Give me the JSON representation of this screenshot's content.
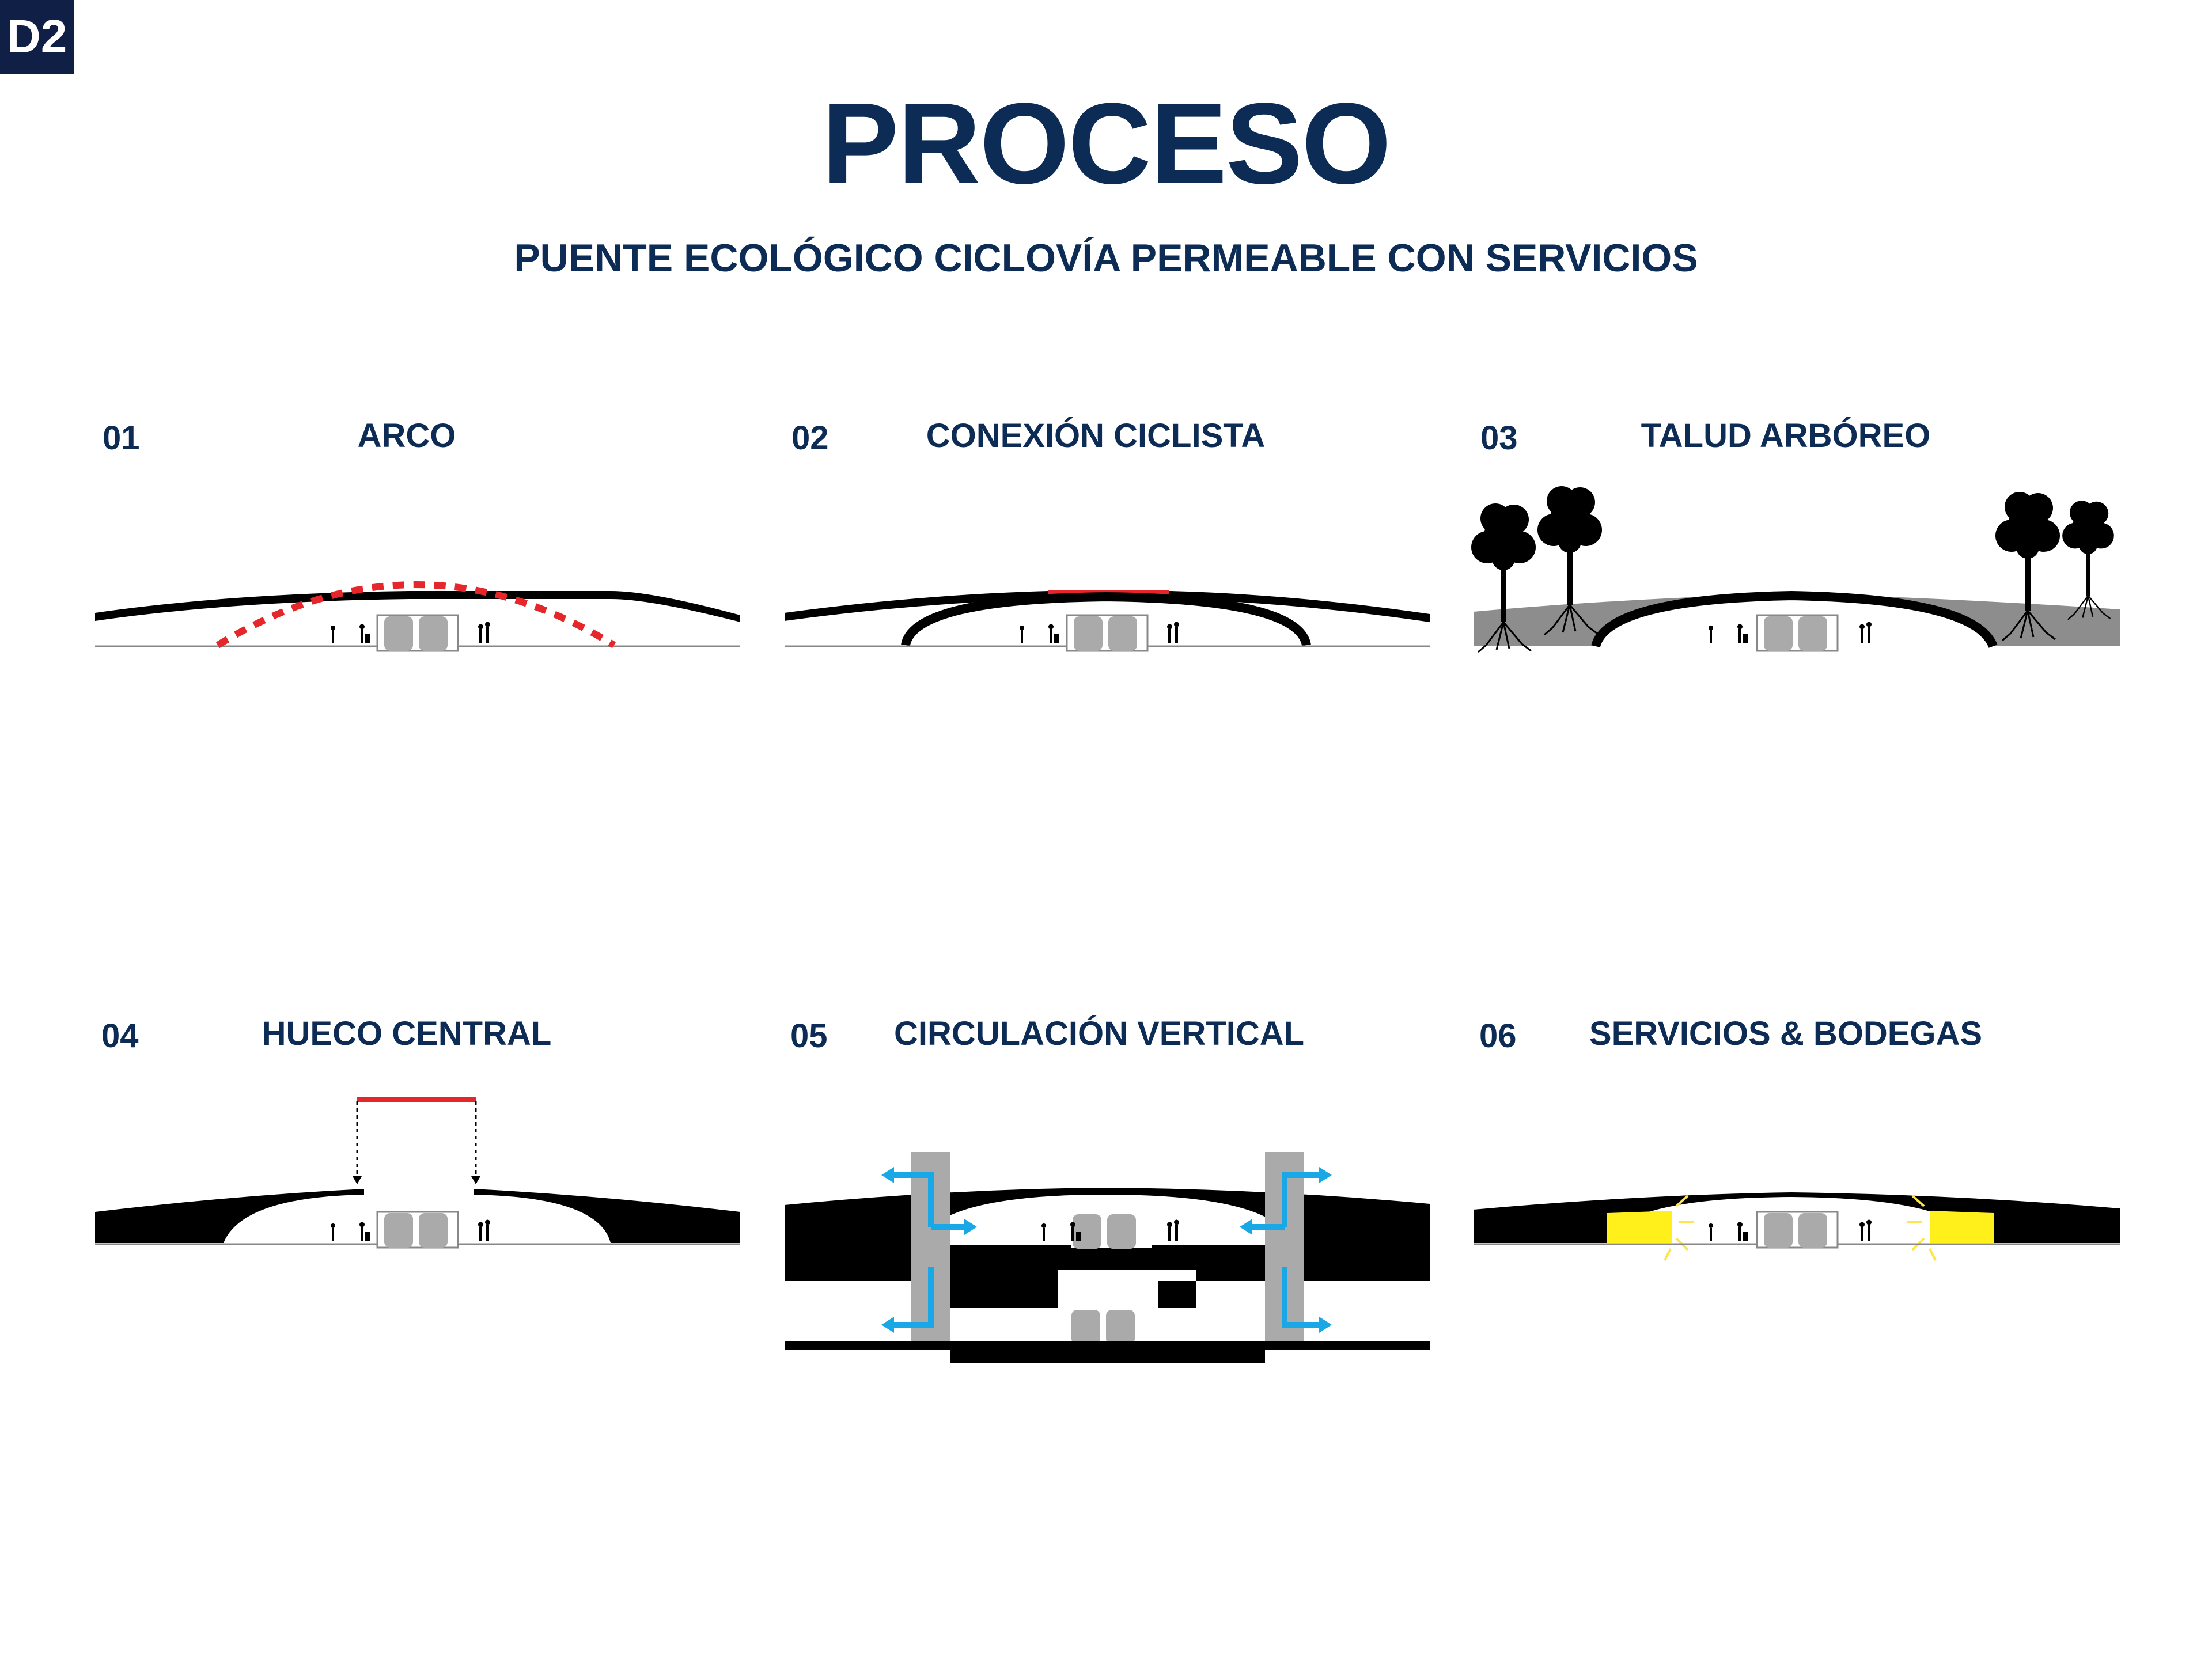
{
  "badge": "D2",
  "title": "PROCESO",
  "subtitle": "PUENTE ECOLÓGICO CICLOVÍA PERMEABLE CON SERVICIOS",
  "colors": {
    "navy": "#0c2b55",
    "badge_bg": "#0f1f45",
    "highlight_red": "#e5262a",
    "arrow_blue": "#1aa7e6",
    "light_yellow": "#ffef1a",
    "soil_gray": "#8d8d8d",
    "core_gray": "#aaaaaa"
  },
  "panels": [
    {
      "number": "01",
      "title": "ARCO"
    },
    {
      "number": "02",
      "title": "CONEXIÓN CICLISTA"
    },
    {
      "number": "03",
      "title": "TALUD ARBÓREO"
    },
    {
      "number": "04",
      "title": "HUECO CENTRAL"
    },
    {
      "number": "05",
      "title": "CIRCULACIÓN VERTICAL"
    },
    {
      "number": "06",
      "title": "SERVICIOS & BODEGAS"
    }
  ]
}
